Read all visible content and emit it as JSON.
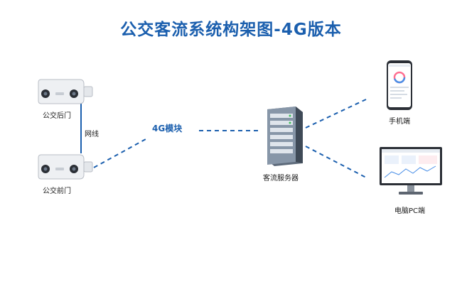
{
  "title": "公交客流系统构架图-4G版本",
  "nodes": {
    "rear_door": "公交后门",
    "front_door": "公交前门",
    "server": "客流服务器",
    "mobile": "手机端",
    "pc": "电脑PC端"
  },
  "links": {
    "cable": "网线",
    "module": "4G模块"
  },
  "colors": {
    "title": "#1b5fae",
    "link": "#1b5fae",
    "server_body": "#6e7c8c"
  }
}
